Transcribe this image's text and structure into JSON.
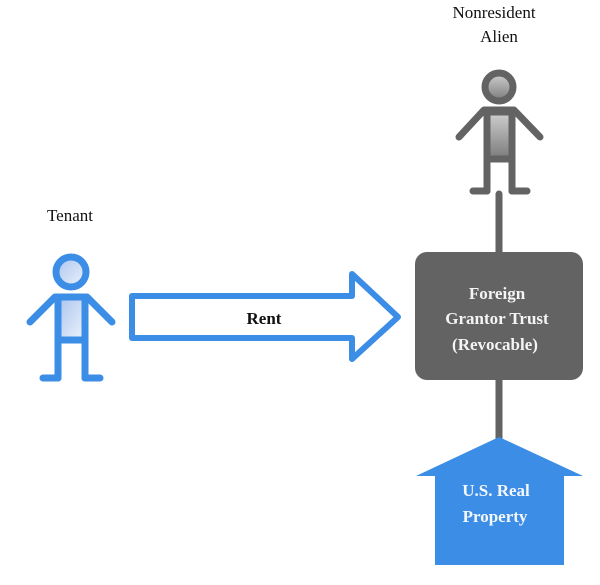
{
  "labels": {
    "tenant": "Tenant",
    "nonresident_line1": "Nonresident",
    "nonresident_line2": "Alien",
    "rent": "Rent",
    "trust_line1": "Foreign",
    "trust_line2": "Grantor Trust",
    "trust_line3": "(Revocable)",
    "property_line1": "U.S. Real",
    "property_line2": "Property"
  },
  "colors": {
    "blue": "#3b8de6",
    "gray": "#636363"
  }
}
